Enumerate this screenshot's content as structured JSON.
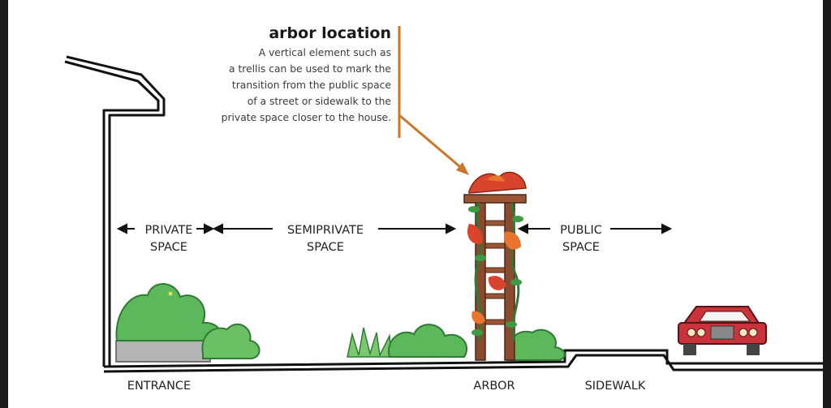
{
  "callout": {
    "title": "arbor location",
    "lines": [
      "A vertical element such as",
      "a trellis can be used to mark the",
      "transition from the public space",
      "of a street or sidewalk to the",
      "private space closer to the house."
    ]
  },
  "zones": {
    "private": {
      "line1": "PRIVATE",
      "line2": "SPACE"
    },
    "semiprivate": {
      "line1": "SEMIPRIVATE",
      "line2": "SPACE"
    },
    "public": {
      "line1": "PUBLIC",
      "line2": "SPACE"
    }
  },
  "ground_labels": {
    "entrance": "ENTRANCE",
    "arbor": "ARBOR",
    "sidewalk": "SIDEWALK"
  },
  "colors": {
    "callout_leader": "#c8782a",
    "foliage_green": "#5cb85a",
    "foliage_dark": "#2f7a34",
    "flower_red": "#d9442c",
    "flower_orange": "#e8742e",
    "trellis_brown": "#8a4a2e",
    "car_red": "#c9333a"
  }
}
